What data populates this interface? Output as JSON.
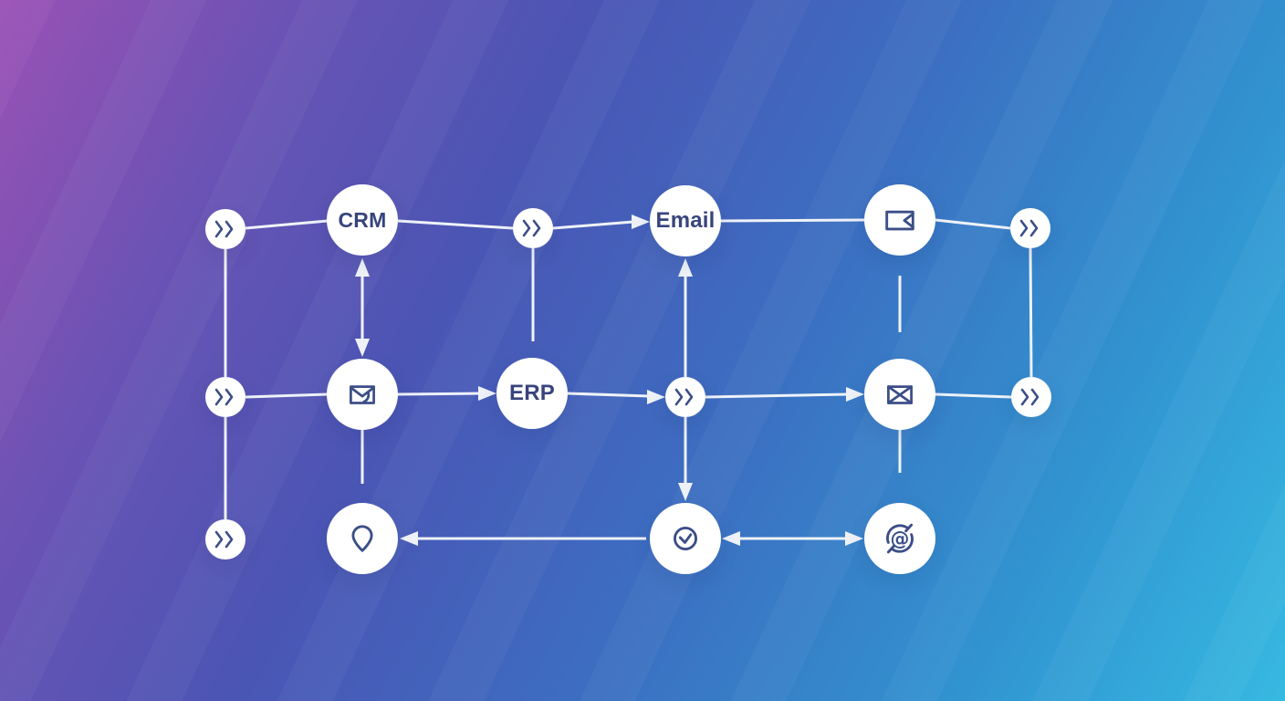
{
  "diagram": {
    "description": "Integration flow diagram on a purple-to-cyan gradient background",
    "nodes": {
      "crm": {
        "label": "CRM",
        "type": "labeled-circle"
      },
      "email": {
        "label": "Email",
        "type": "labeled-circle"
      },
      "erp": {
        "label": "ERP",
        "type": "labeled-circle"
      },
      "mail_notification": {
        "icon": "mail-swoosh-icon",
        "type": "icon-circle"
      },
      "video_message": {
        "icon": "video-message-icon",
        "type": "icon-circle"
      },
      "mail_envelope": {
        "icon": "mail-x-icon",
        "type": "icon-circle"
      },
      "location": {
        "icon": "location-pin-icon",
        "type": "icon-circle"
      },
      "task_check": {
        "icon": "check-circle-icon",
        "type": "icon-circle"
      },
      "at_sync": {
        "icon": "at-sync-icon",
        "type": "icon-circle"
      },
      "relays": {
        "icon": "double-chevron-icon",
        "count": 7,
        "type": "relay-circle"
      }
    },
    "edges": [
      {
        "from": "relay-1",
        "to": "crm",
        "arrow": "none"
      },
      {
        "from": "crm",
        "to": "relay-2",
        "arrow": "none"
      },
      {
        "from": "relay-2",
        "to": "email",
        "arrow": "end"
      },
      {
        "from": "email",
        "to": "video_message",
        "arrow": "none"
      },
      {
        "from": "video_message",
        "to": "relay-3",
        "arrow": "none"
      },
      {
        "from": "crm",
        "to": "mail_notification",
        "arrow": "both"
      },
      {
        "from": "relay-2",
        "to": "erp",
        "arrow": "none",
        "note": "open-ended stub"
      },
      {
        "from": "relay-1",
        "to": "relay-4",
        "arrow": "none"
      },
      {
        "from": "relay-4",
        "to": "relay-7",
        "arrow": "none"
      },
      {
        "from": "relay-4",
        "to": "mail_notification",
        "arrow": "none"
      },
      {
        "from": "mail_notification",
        "to": "erp",
        "arrow": "end"
      },
      {
        "from": "erp",
        "to": "relay-5",
        "arrow": "end"
      },
      {
        "from": "relay-5",
        "to": "mail_envelope",
        "arrow": "end"
      },
      {
        "from": "mail_envelope",
        "to": "relay-6",
        "arrow": "none"
      },
      {
        "from": "relay-3",
        "to": "relay-6",
        "arrow": "none"
      },
      {
        "from": "video_message",
        "to": "mail_envelope",
        "arrow": "none",
        "note": "open-ended stub"
      },
      {
        "from": "relay-5",
        "to": "email",
        "arrow": "end"
      },
      {
        "from": "relay-5",
        "to": "task_check",
        "arrow": "end"
      },
      {
        "from": "task_check",
        "to": "location",
        "arrow": "end"
      },
      {
        "from": "task_check",
        "to": "at_sync",
        "arrow": "both"
      },
      {
        "from": "mail_notification",
        "to": "location",
        "arrow": "none",
        "note": "open-ended stub"
      },
      {
        "from": "mail_envelope",
        "to": "at_sync",
        "arrow": "none",
        "note": "open-ended stub"
      }
    ],
    "colors": {
      "gradient": [
        "#9a51b5",
        "#4b55b4",
        "#3c6ec1",
        "#36b9e1"
      ],
      "node_fill": "#ffffff",
      "connector": "#eef2f8",
      "icon_stroke": "#3b4e87",
      "label": "#38447c"
    }
  }
}
